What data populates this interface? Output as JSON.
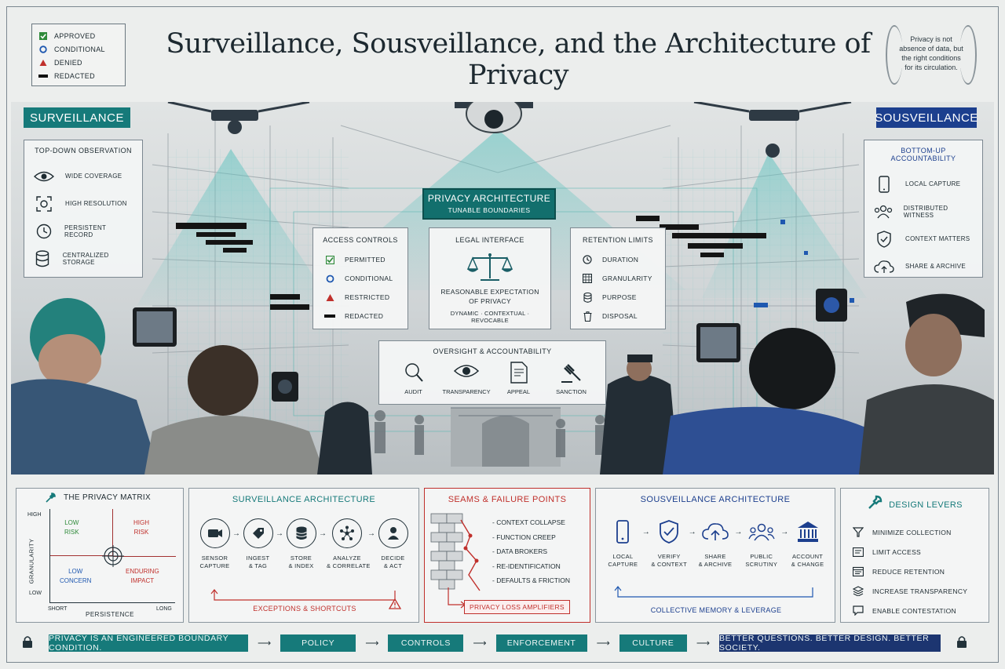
{
  "title": "Surveillance, Sousveillance, and the Architecture of Privacy",
  "legend": [
    {
      "label": "APPROVED",
      "icon": "check-icon"
    },
    {
      "label": "CONDITIONAL",
      "icon": "circle-icon"
    },
    {
      "label": "DENIED",
      "icon": "triangle-icon"
    },
    {
      "label": "REDACTED",
      "icon": "bar-icon"
    }
  ],
  "quote": "Privacy is not absence of data, but the right conditions for its circulation.",
  "surveillance": {
    "tag": "SURVEILLANCE",
    "heading": "TOP-DOWN OBSERVATION",
    "items": [
      "WIDE COVERAGE",
      "HIGH RESOLUTION",
      "PERSISTENT RECORD",
      "CENTRALIZED STORAGE"
    ]
  },
  "sousveillance": {
    "tag": "SOUSVEILLANCE",
    "heading": "BOTTOM-UP ACCOUNTABILITY",
    "items": [
      "LOCAL CAPTURE",
      "DISTRIBUTED WITNESS",
      "CONTEXT MATTERS",
      "SHARE & ARCHIVE"
    ]
  },
  "privacy_architecture": {
    "title": "PRIVACY ARCHITECTURE",
    "subtitle": "TUNABLE BOUNDARIES"
  },
  "access_controls": {
    "heading": "ACCESS CONTROLS",
    "items": [
      "PERMITTED",
      "CONDITIONAL",
      "RESTRICTED",
      "REDACTED"
    ]
  },
  "legal_interface": {
    "heading": "LEGAL INTERFACE",
    "line1": "REASONABLE EXPECTATION",
    "line2": "OF PRIVACY",
    "tags": "DYNAMIC · CONTEXTUAL · REVOCABLE"
  },
  "retention_limits": {
    "heading": "RETENTION LIMITS",
    "items": [
      "DURATION",
      "GRANULARITY",
      "PURPOSE",
      "DISPOSAL"
    ]
  },
  "oversight": {
    "heading": "OVERSIGHT & ACCOUNTABILITY",
    "items": [
      "AUDIT",
      "TRANSPARENCY",
      "APPEAL",
      "SANCTION"
    ]
  },
  "privacy_matrix": {
    "title": "THE PRIVACY MATRIX",
    "y_axis": "GRANULARITY",
    "x_axis": "PERSISTENCE",
    "y_high": "HIGH",
    "y_low": "LOW",
    "x_short": "SHORT",
    "x_long": "LONG",
    "quadrants": {
      "tl": "LOW\nRISK",
      "tr": "HIGH\nRISK",
      "bl": "LOW\nCONCERN",
      "br": "ENDURING\nIMPACT"
    }
  },
  "surveillance_arch": {
    "title": "SURVEILLANCE ARCHITECTURE",
    "nodes": [
      "SENSOR\nCAPTURE",
      "INGEST\n& TAG",
      "STORE\n& INDEX",
      "ANALYZE\n& CORRELATE",
      "DECIDE\n& ACT"
    ],
    "footer": "EXCEPTIONS & SHORTCUTS"
  },
  "seams": {
    "title": "SEAMS & FAILURE POINTS",
    "items": [
      "CONTEXT COLLAPSE",
      "FUNCTION CREEP",
      "DATA BROKERS",
      "RE-IDENTIFICATION",
      "DEFAULTS & FRICTION"
    ],
    "footer": "PRIVACY LOSS AMPLIFIERS"
  },
  "sousveillance_arch": {
    "title": "SOUSVEILLANCE ARCHITECTURE",
    "nodes": [
      "LOCAL\nCAPTURE",
      "VERIFY\n& CONTEXT",
      "SHARE\n& ARCHIVE",
      "PUBLIC\nSCRUTINY",
      "ACCOUNT\n& CHANGE"
    ],
    "footer": "COLLECTIVE MEMORY & LEVERAGE"
  },
  "design_levers": {
    "title": "DESIGN LEVERS",
    "items": [
      "MINIMIZE COLLECTION",
      "LIMIT ACCESS",
      "REDUCE RETENTION",
      "INCREASE TRANSPARENCY",
      "ENABLE CONTESTATION"
    ]
  },
  "bottom_bar": {
    "steps": [
      "PRIVACY IS AN ENGINEERED BOUNDARY CONDITION.",
      "POLICY",
      "CONTROLS",
      "ENFORCEMENT",
      "CULTURE"
    ],
    "final": "BETTER QUESTIONS. BETTER DESIGN. BETTER SOCIETY."
  },
  "colors": {
    "teal": "#167a7a",
    "navy": "#1c3f8e",
    "red": "#c0302c",
    "green": "#2f8a3a",
    "blue": "#1f58b0"
  }
}
